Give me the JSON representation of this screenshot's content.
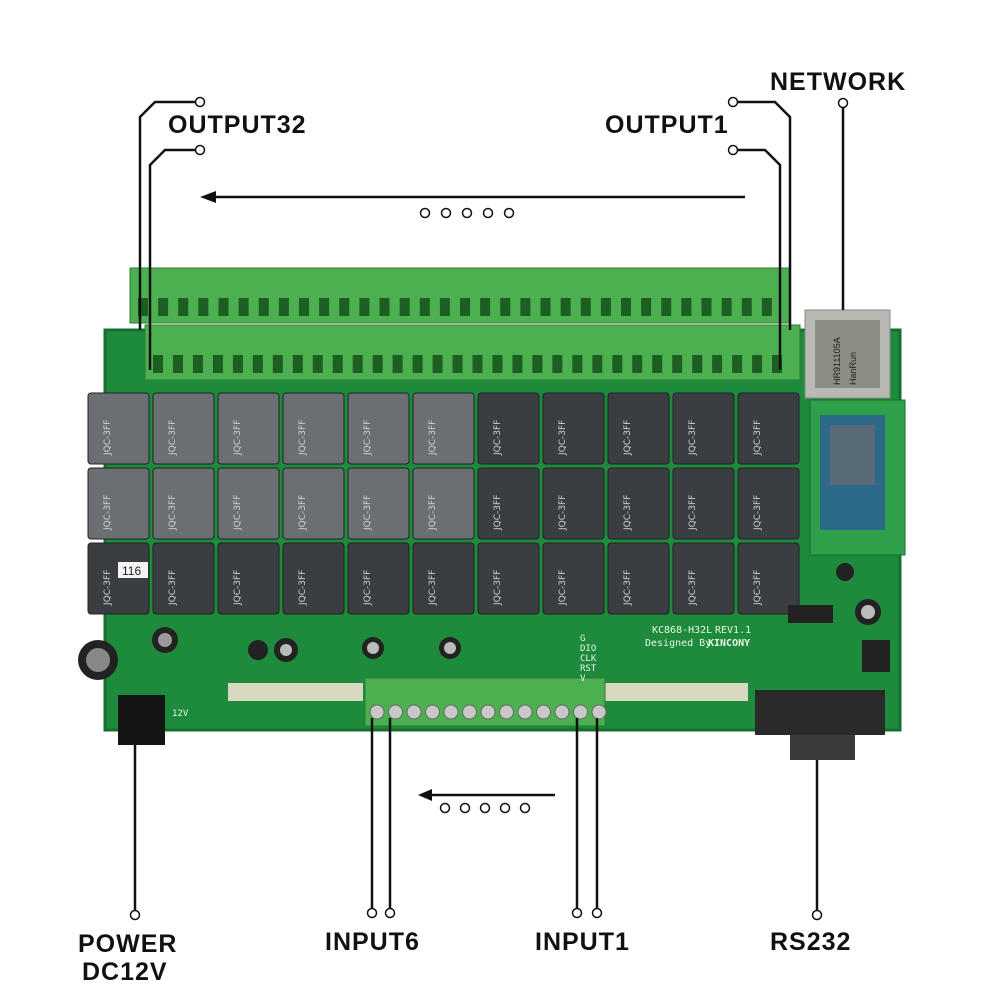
{
  "labels": {
    "network": "NETWORK",
    "output32": "OUTPUT32",
    "output1": "OUTPUT1",
    "power_line1": "POWER",
    "power_line2": "DC12V",
    "input6": "INPUT6",
    "input1": "INPUT1",
    "rs232": "RS232"
  },
  "board": {
    "model": "KC868-H32L",
    "revision": "REV1.1",
    "designed_by": "Designed By",
    "brand": "KINCONY",
    "pins": [
      "G",
      "DIO",
      "CLK",
      "RST",
      "V"
    ],
    "tag": "116",
    "power_marking": "12V",
    "ethernet_marking": "HR911105A",
    "ethernet_brand": "HanRun",
    "relay_marking": "JQC-3FF"
  },
  "colors": {
    "pcb": "#1e8a3c",
    "terminal": "#4cb050",
    "relay": "#3a3d42",
    "line": "#111111"
  }
}
